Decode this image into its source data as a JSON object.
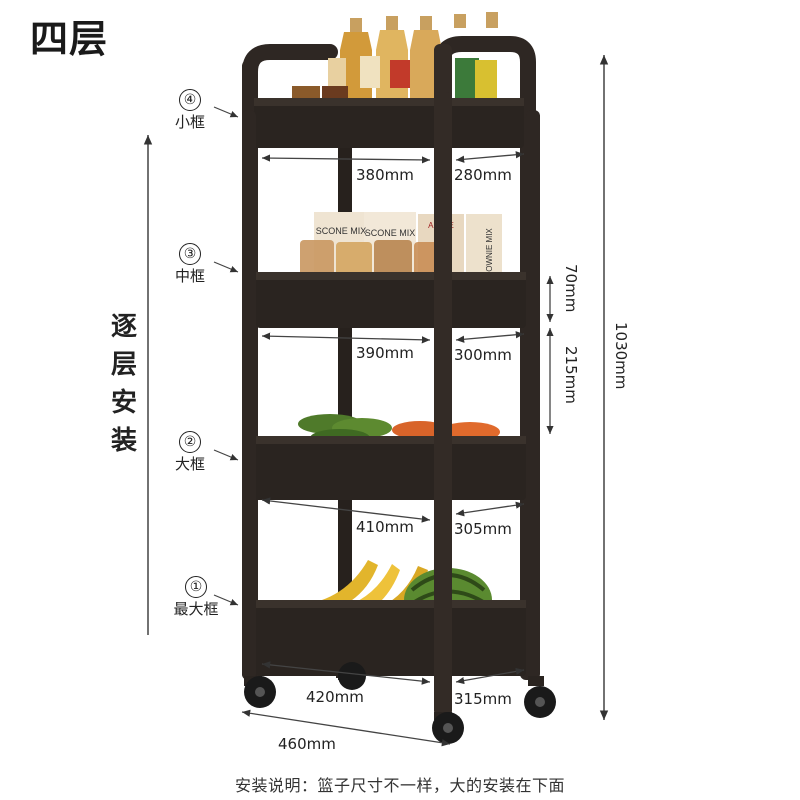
{
  "title": "四层",
  "side_note": [
    "逐",
    "层",
    "安",
    "装"
  ],
  "tiers": [
    {
      "num": "④",
      "name": "小框"
    },
    {
      "num": "③",
      "name": "中框"
    },
    {
      "num": "②",
      "name": "大框"
    },
    {
      "num": "①",
      "name": "最大框"
    }
  ],
  "dims": {
    "tier4_width": "380mm",
    "tier4_depth": "280mm",
    "tier3_width": "390mm",
    "tier3_depth": "300mm",
    "tier2_width": "410mm",
    "tier2_depth": "305mm",
    "tier1_width": "420mm",
    "tier1_depth": "315mm",
    "base_width": "460mm",
    "basket_height": "70mm",
    "gap_height": "215mm",
    "total_height": "1030mm"
  },
  "product_text": {
    "box1": "SCONE MIX",
    "box2": "SCONE MIX",
    "box3": "APPLE",
    "box4": "OWNIE MIX"
  },
  "footer": "安装说明：篮子尺寸不一样，大的安装在下面",
  "colors": {
    "frame": "#2e2723",
    "basket": "#2a2420",
    "basket_top": "#3a322c",
    "wheel": "#1a1a1a",
    "line": "#444444"
  }
}
